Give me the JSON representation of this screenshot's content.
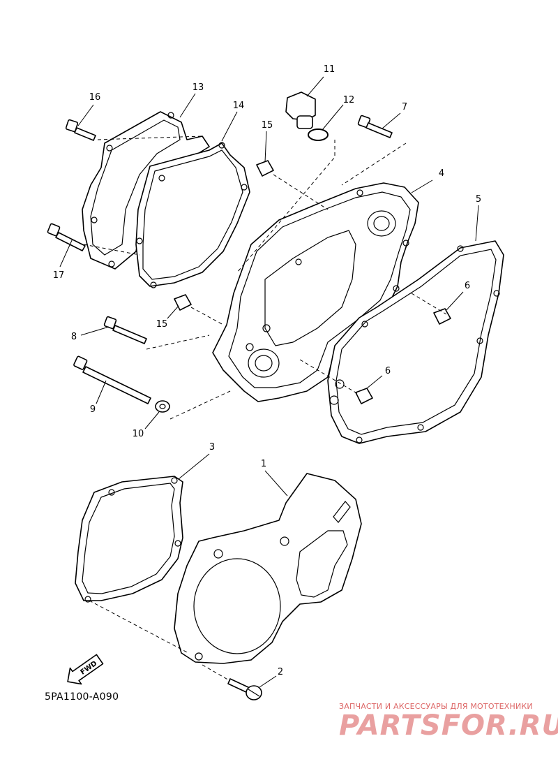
{
  "diagram": {
    "callouts": [
      "1",
      "2",
      "3",
      "4",
      "5",
      "6",
      "6",
      "7",
      "8",
      "9",
      "10",
      "11",
      "12",
      "13",
      "14",
      "15",
      "15",
      "16",
      "17"
    ],
    "fwd_label": "FWD",
    "drawing_code": "5PA1100-A090"
  },
  "watermark": {
    "tagline": "ЗАПЧАСТИ И АКСЕССУАРЫ ДЛЯ МОТОТЕХНИКИ",
    "brand": "PARTSFOR.RU"
  }
}
